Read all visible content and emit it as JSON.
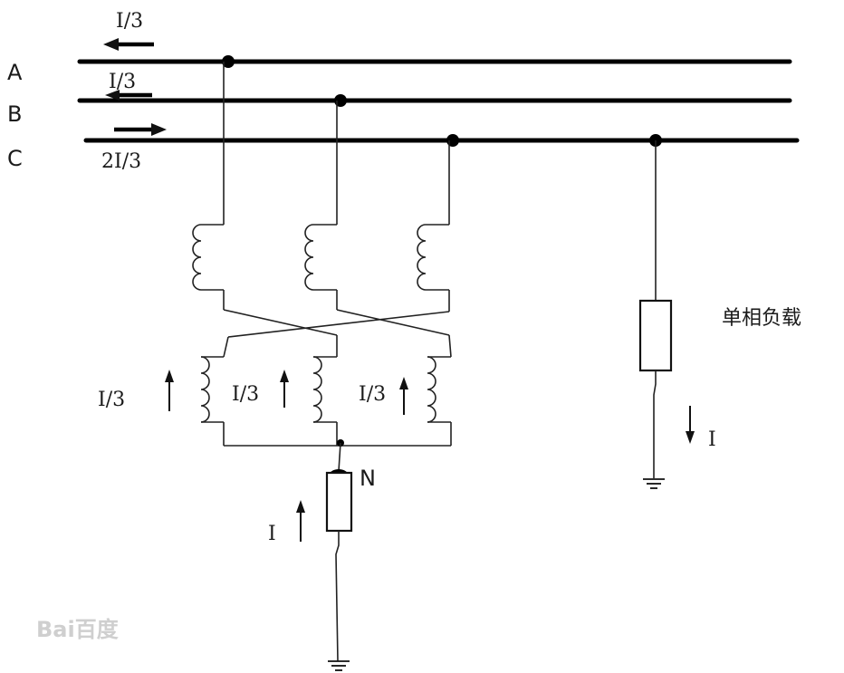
{
  "phase_labels": {
    "a": "A",
    "b": "B",
    "c": "C"
  },
  "line_currents": {
    "a": "I/3",
    "b": "I/3",
    "c": "2I/3"
  },
  "winding_currents": [
    "I/3",
    "I/3",
    "I/3"
  ],
  "neutral_label": "N",
  "neutral_current": "I",
  "load_label": "单相负载",
  "load_current": "I",
  "watermark": "Bai百度",
  "colors": {
    "line": "#000000",
    "background": "#ffffff",
    "watermark": "#cfcfcf"
  },
  "icons": {
    "ground": "ground-icon",
    "resistor": "resistor-icon",
    "coil": "inductor-coil-icon",
    "arrow": "current-arrow-icon"
  }
}
